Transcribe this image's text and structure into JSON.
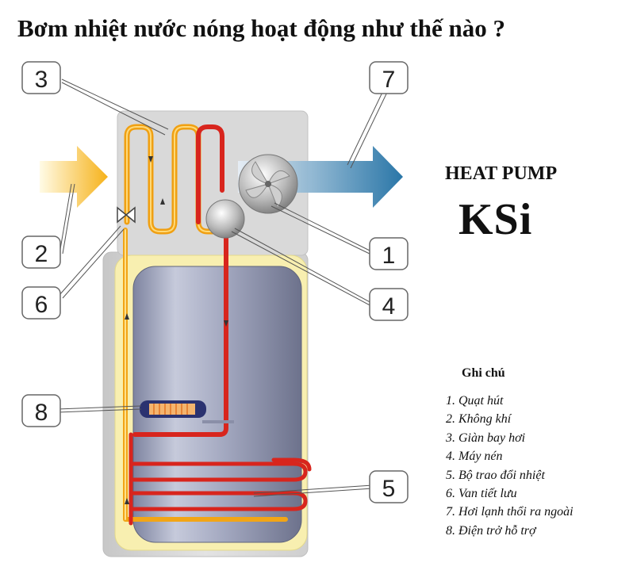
{
  "title": "Bơm nhiệt nước nóng hoạt động như thế nào ?",
  "brand": {
    "line1": "HEAT PUMP",
    "line2": "KSi"
  },
  "callouts": [
    "1",
    "2",
    "3",
    "4",
    "5",
    "6",
    "7",
    "8"
  ],
  "legend": {
    "title": "Ghi chú",
    "items": [
      "1. Quạt hút",
      "2. Không khí",
      "3. Giàn bay hơi",
      "4. Máy nén",
      "5.   Bộ trao đổi nhiệt",
      "6. Van tiết lưu",
      "7. Hơi lạnh thổi ra ngoài",
      "8. Điện trở hỗ trợ"
    ]
  },
  "colors": {
    "hot_pipe": "#d8251d",
    "warm_pipe": "#f2a516",
    "cold_air_arrow": "#1f6fa3",
    "warm_air_arrow": "#f5b21c",
    "tank_body": "#9aa0b8",
    "casing": "#d6d6d6",
    "insulation": "#f7eeae"
  }
}
